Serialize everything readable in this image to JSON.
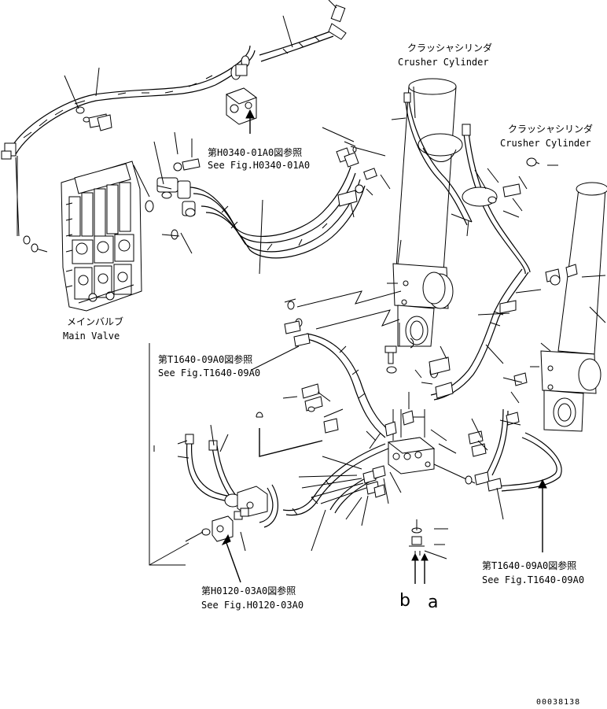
{
  "labels": {
    "crusher_cylinder_1_jp": "クラッシャシリンダ",
    "crusher_cylinder_1_en": "Crusher Cylinder",
    "crusher_cylinder_2_jp": "クラッシャシリンダ",
    "crusher_cylinder_2_en": "Crusher Cylinder",
    "main_valve_jp": "メインバルブ",
    "main_valve_en": "Main Valve",
    "ref_h0340_jp": "第H0340-01A0図参照",
    "ref_h0340_en": "See Fig.H0340-01A0",
    "ref_t1640_a_jp": "第T1640-09A0図参照",
    "ref_t1640_a_en": "See Fig.T1640-09A0",
    "ref_t1640_b_jp": "第T1640-09A0図参照",
    "ref_t1640_b_en": "See Fig.T1640-09A0",
    "ref_h0120_jp": "第H0120-03A0図参照",
    "ref_h0120_en": "See Fig.H0120-03A0",
    "port_b": "b",
    "port_a": "a",
    "drawing_number": "00038138"
  }
}
